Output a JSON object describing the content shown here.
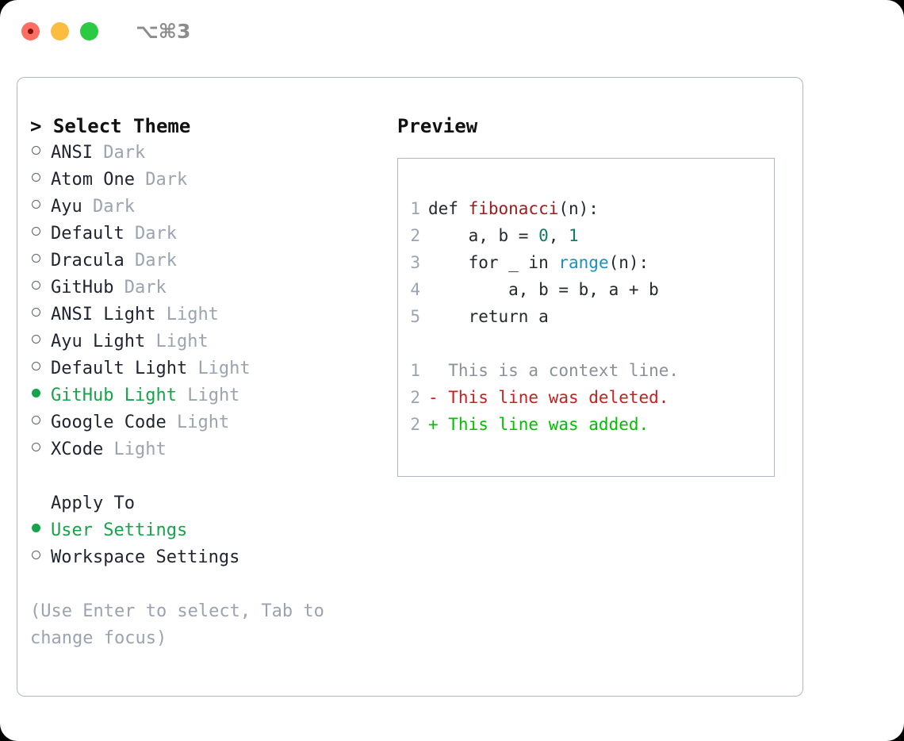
{
  "window": {
    "traffic_lights": [
      "close-red",
      "minimize-yellow",
      "maximize-green"
    ],
    "shortcut": "⌥⌘3"
  },
  "theme_picker": {
    "heading": "> Select Theme",
    "items": [
      {
        "name": "ANSI",
        "category": "Dark",
        "selected": false
      },
      {
        "name": "Atom One",
        "category": "Dark",
        "selected": false
      },
      {
        "name": "Ayu",
        "category": "Dark",
        "selected": false
      },
      {
        "name": "Default",
        "category": "Dark",
        "selected": false
      },
      {
        "name": "Dracula",
        "category": "Dark",
        "selected": false
      },
      {
        "name": "GitHub",
        "category": "Dark",
        "selected": false
      },
      {
        "name": "ANSI Light",
        "category": "Light",
        "selected": false
      },
      {
        "name": "Ayu Light",
        "category": "Light",
        "selected": false
      },
      {
        "name": "Default Light",
        "category": "Light",
        "selected": false
      },
      {
        "name": "GitHub Light",
        "category": "Light",
        "selected": true
      },
      {
        "name": "Google Code",
        "category": "Light",
        "selected": false
      },
      {
        "name": "XCode",
        "category": "Light",
        "selected": false
      }
    ]
  },
  "apply_to": {
    "title": "Apply To",
    "options": [
      {
        "label": "User Settings",
        "selected": true
      },
      {
        "label": "Workspace Settings",
        "selected": false
      }
    ]
  },
  "hint": "(Use Enter to select, Tab to change focus)",
  "preview": {
    "title": "Preview",
    "code_lines": [
      {
        "no": "1",
        "segments": [
          {
            "t": "def ",
            "c": "code-text"
          },
          {
            "t": "fibonacci",
            "c": "tok-fn"
          },
          {
            "t": "(n):",
            "c": "code-text"
          }
        ]
      },
      {
        "no": "2",
        "segments": [
          {
            "t": "    a, b = ",
            "c": "code-text"
          },
          {
            "t": "0",
            "c": "tok-num"
          },
          {
            "t": ", ",
            "c": "code-text"
          },
          {
            "t": "1",
            "c": "tok-num"
          }
        ]
      },
      {
        "no": "3",
        "segments": [
          {
            "t": "    for _ in ",
            "c": "code-text"
          },
          {
            "t": "range",
            "c": "tok-call"
          },
          {
            "t": "(n):",
            "c": "code-text"
          }
        ]
      },
      {
        "no": "4",
        "segments": [
          {
            "t": "        a, b = b, a + b",
            "c": "code-text"
          }
        ]
      },
      {
        "no": "5",
        "segments": [
          {
            "t": "    return a",
            "c": "code-text"
          }
        ]
      }
    ],
    "diff_lines": [
      {
        "no": "1",
        "text": "  This is a context line.",
        "kind": "diff-ctx"
      },
      {
        "no": "2",
        "text": "- This line was deleted.",
        "kind": "diff-del"
      },
      {
        "no": "2",
        "text": "+ This line was added.",
        "kind": "diff-add"
      }
    ]
  },
  "colors": {
    "selected_green": "#16A34A",
    "muted_gray": "#9BA3B0",
    "border": "#AEB7C4",
    "diff_added": "#00C000",
    "diff_deleted": "#C72020",
    "token_function": "#A01B1B",
    "token_number": "#0E7C6B",
    "token_call": "#1A8FC1"
  }
}
